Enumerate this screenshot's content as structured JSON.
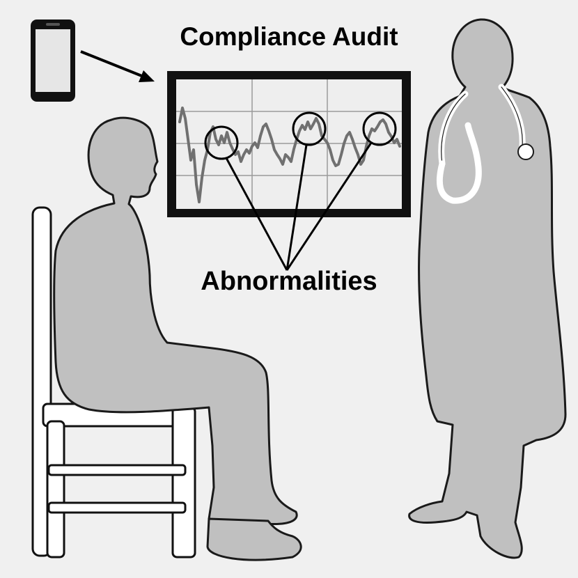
{
  "title": "Compliance Audit",
  "annotation_label": "Abnormalities",
  "colors": {
    "background": "#f0f0f0",
    "silhouette_fill": "#c0c0c0",
    "outline": "#1a1a1a",
    "screen_bg": "#eeeeee",
    "trace": "#707070"
  },
  "icons": {
    "phone": "smartphone-icon",
    "monitor": "monitor-display",
    "patient": "seated-patient-silhouette",
    "doctor": "doctor-silhouette",
    "chair": "chair-outline",
    "stethoscope": "stethoscope-icon"
  }
}
